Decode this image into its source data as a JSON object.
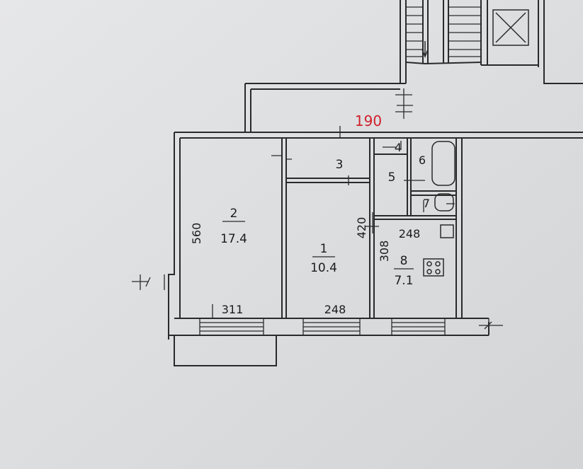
{
  "rooms": [
    {
      "number": "1",
      "area": "10.4"
    },
    {
      "number": "2",
      "area": "17.4"
    },
    {
      "number": "3"
    },
    {
      "number": "4"
    },
    {
      "number": "5"
    },
    {
      "number": "6"
    },
    {
      "number": "7"
    },
    {
      "number": "8",
      "area": "7.1"
    }
  ],
  "dimensions": {
    "room2_height": "560",
    "room1_height": "420",
    "kitchen_height": "308",
    "kitchen_width": "248",
    "room2_width": "311",
    "room1_width": "248"
  },
  "annotation": "190",
  "colors": {
    "paper": "#dcdee0",
    "ink": "#2a2a2a",
    "annotation": "#d11f2a"
  }
}
